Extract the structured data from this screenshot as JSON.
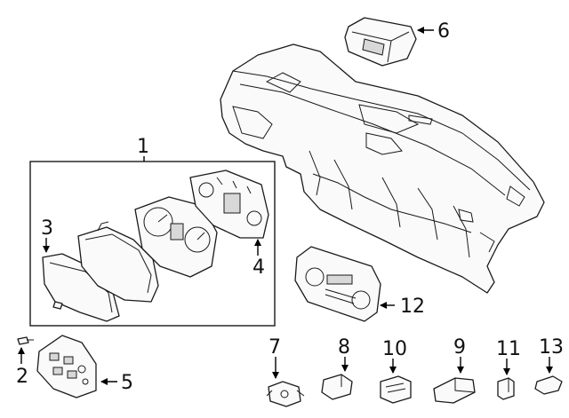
{
  "callouts": {
    "c1": "1",
    "c2": "2",
    "c3": "3",
    "c4": "4",
    "c5": "5",
    "c6": "6",
    "c7": "7",
    "c8": "8",
    "c9": "9",
    "c10": "10",
    "c11": "11",
    "c12": "12",
    "c13": "13"
  },
  "colors": {
    "line": "#1a1a1a",
    "background": "#ffffff",
    "shade": "#d8d8d8"
  }
}
